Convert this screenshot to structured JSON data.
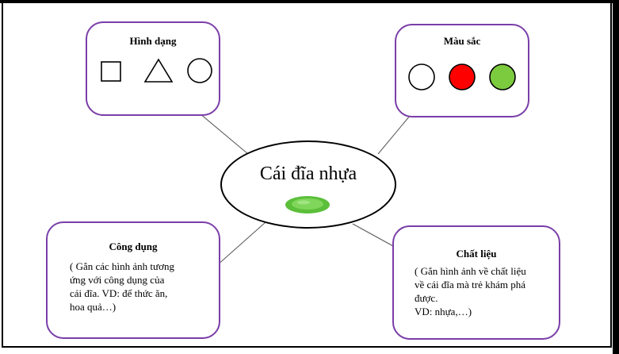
{
  "center": {
    "title": "Cái đĩa nhựa",
    "plate_icon": "green-plate"
  },
  "boxes": {
    "shape": {
      "title": "Hình dạng",
      "icons": [
        "square-icon",
        "triangle-icon",
        "circle-icon"
      ]
    },
    "color": {
      "title": "Màu sắc",
      "swatches": [
        "#ffffff",
        "#ff0000",
        "#7ccb3e"
      ]
    },
    "use": {
      "title": "Công dụng",
      "lines": [
        "( Gắn các hình ảnh tương",
        "ứng với công dụng của",
        "cái đĩa. VD: để thức ăn,",
        "hoa quả…)"
      ]
    },
    "material": {
      "title": "Chất liệu",
      "lines": [
        "( Gắn hình ảnh về chất liệu",
        "về cái đĩa mà trẻ khám phá",
        "được.",
        "VD: nhựa,…)"
      ]
    }
  },
  "colors": {
    "box_border": "#7a3ea8",
    "connector": "#555555"
  }
}
